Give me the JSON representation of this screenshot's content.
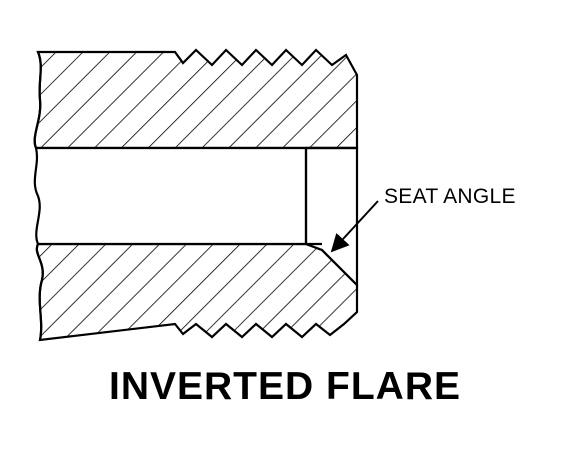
{
  "diagram": {
    "title": "INVERTED FLARE",
    "callout_label": "SEAT ANGLE",
    "colors": {
      "ink": "#000000",
      "background": "#ffffff"
    },
    "parts": [
      "upper-wall",
      "lower-wall",
      "bore",
      "flare-seat",
      "thread-profile",
      "break-line",
      "leader-arrow"
    ]
  }
}
